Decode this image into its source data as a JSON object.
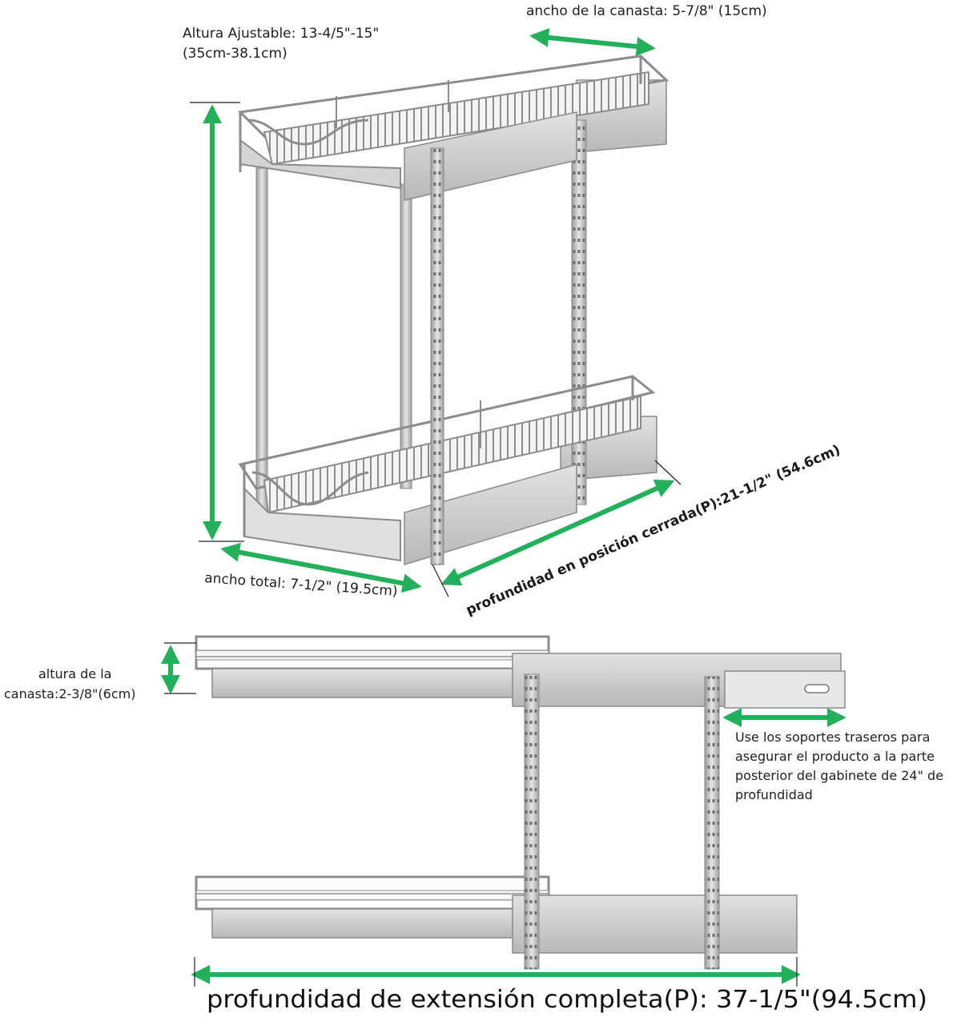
{
  "colors": {
    "dimension_arrow": "#22b05a",
    "metal_dark": "#8c8c8c",
    "metal_mid": "#b9b9b9",
    "metal_light": "#dcdcdc",
    "panel": "#c9c9c9",
    "text": "#1f1f1f"
  },
  "icons": {
    "dimension_arrow": "double-headed-arrow",
    "product": "pull-out-wire-basket-organizer"
  },
  "labels": {
    "basket_width": "ancho de la canasta: 5-7/8\" (15cm)",
    "adjustable_height_line1": "Altura Ajustable: 13-4/5\"-15\"",
    "adjustable_height_line2": "(35cm-38.1cm)",
    "total_width": "ancho total: 7-1/2\" (19.5cm)",
    "closed_depth": "profundidad en posición cerrada(P):21-1/2\" (54.6cm)",
    "basket_height_line1": "altura de la",
    "basket_height_line2": "canasta:2-3/8\"(6cm)",
    "rear_brackets_line1": "Use los soportes traseros para",
    "rear_brackets_line2": "asegurar el producto a la parte",
    "rear_brackets_line3": "posterior del gabinete de 24\" de",
    "rear_brackets_line4": "profundidad",
    "full_extension_depth": "profundidad de extensión completa(P): 37-1/5\"(94.5cm)"
  }
}
